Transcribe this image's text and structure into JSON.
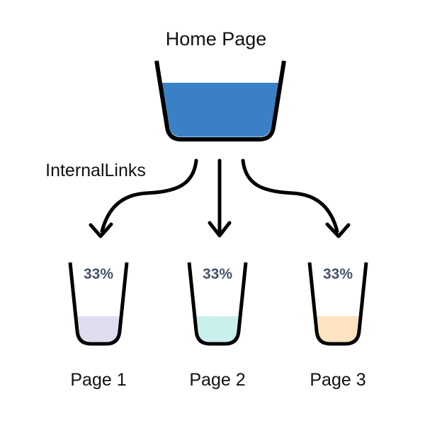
{
  "diagram": {
    "title": "Home Page",
    "edge_label": "InternalLinks",
    "source_cup": {
      "label": "Home Page",
      "fill_color": "#3a80c6"
    },
    "targets": [
      {
        "label": "Page 1",
        "percent": "33%",
        "fill_color": "#e2ddee"
      },
      {
        "label": "Page 2",
        "percent": "33%",
        "fill_color": "#c9f0ec"
      },
      {
        "label": "Page 3",
        "percent": "33%",
        "fill_color": "#fde3c1"
      }
    ],
    "colors": {
      "outline": "#000000",
      "arrow": "#000000",
      "percent_text": "#44546a",
      "background": "#ffffff"
    }
  }
}
